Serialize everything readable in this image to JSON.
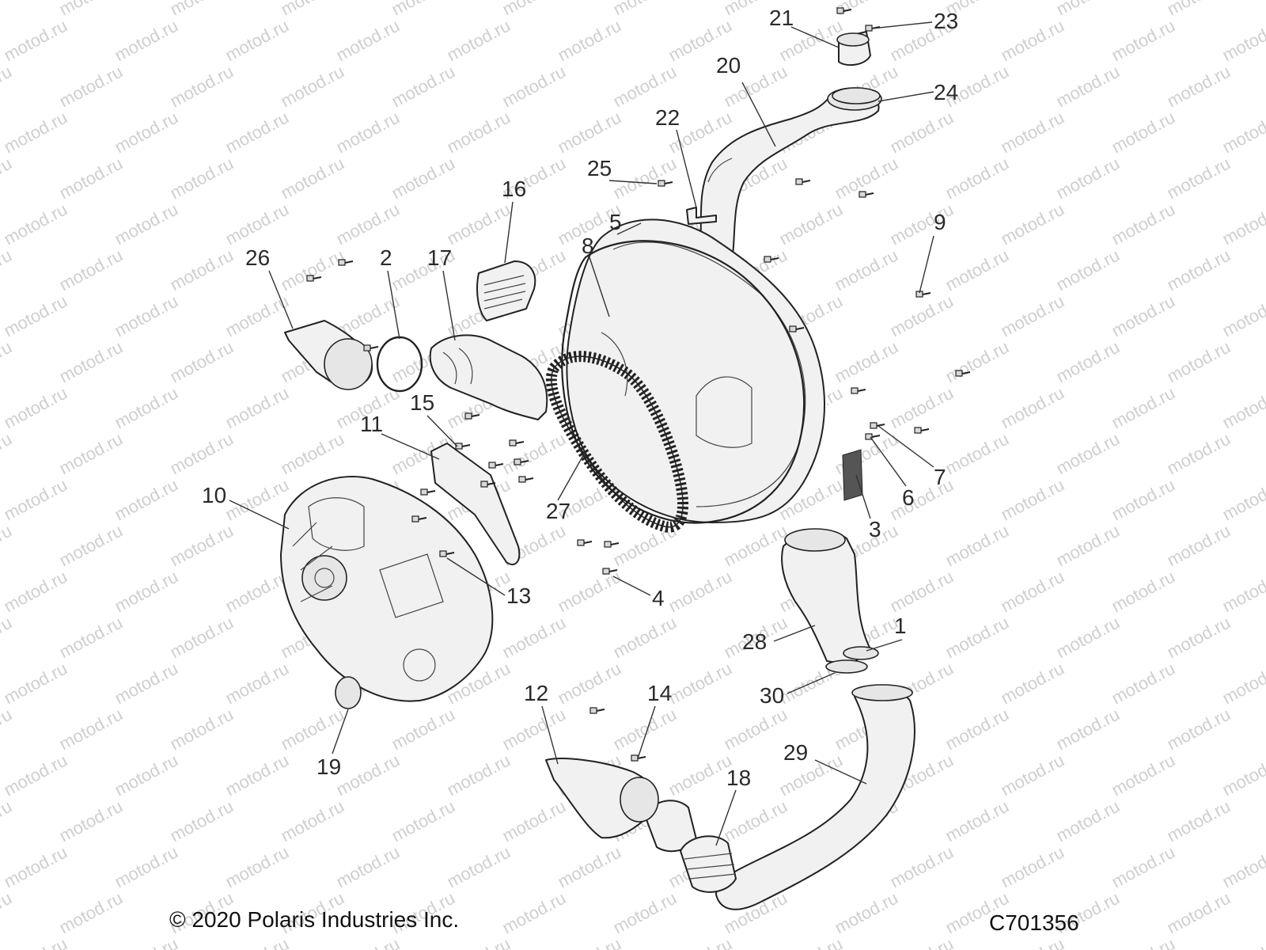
{
  "watermark": "motod.ru",
  "copyright": "© 2020 Polaris Industries Inc.",
  "drawing_id": "C701356",
  "callouts": [
    "1",
    "2",
    "3",
    "4",
    "5",
    "6",
    "7",
    "8",
    "9",
    "10",
    "11",
    "12",
    "13",
    "14",
    "15",
    "16",
    "17",
    "18",
    "19",
    "20",
    "21",
    "22",
    "23",
    "24",
    "25",
    "26",
    "27",
    "28",
    "29",
    "30"
  ]
}
